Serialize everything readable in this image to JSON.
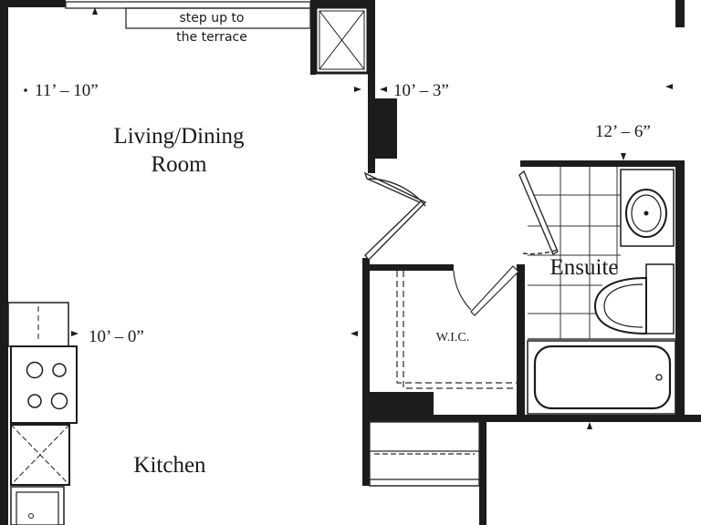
{
  "rooms": {
    "living_dining_line1": "Living/Dining",
    "living_dining_line2": "Room",
    "kitchen": "Kitchen",
    "ensuite": "Ensuite",
    "wic": "W.I.C."
  },
  "notes": {
    "terrace_line1": "step up to",
    "terrace_line2": "the terrace"
  },
  "dimensions": {
    "living_width": "11’ – 10”",
    "adjacent_room_width": "10’ – 3”",
    "adjacent_room_length": "12’ – 6”",
    "kitchen_length": "10’ – 0”"
  },
  "colors": {
    "wall": "#1c1c1c",
    "line": "#2a2a2a",
    "background": "#ffffff"
  }
}
